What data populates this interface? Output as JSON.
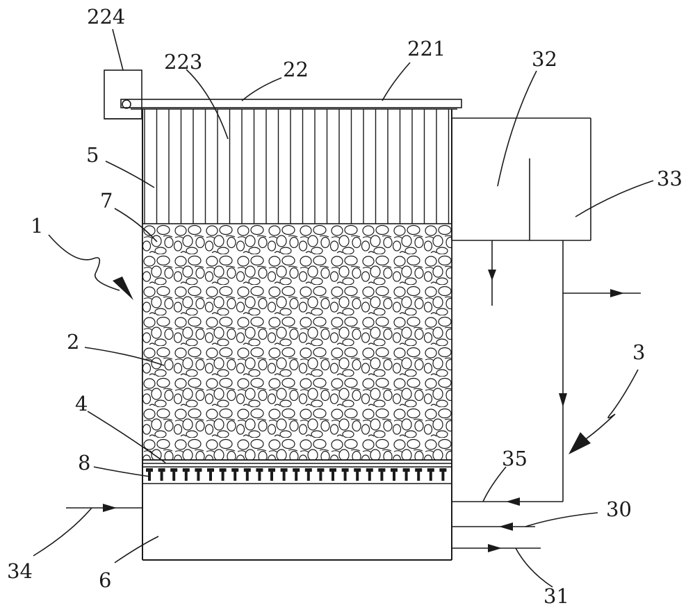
{
  "labels": {
    "l224": "224",
    "l223": "223",
    "l22": "22",
    "l221": "221",
    "l32": "32",
    "l33": "33",
    "l5": "5",
    "l7": "7",
    "l1": "1",
    "l2": "2",
    "l4": "4",
    "l8": "8",
    "l3": "3",
    "l35": "35",
    "l30": "30",
    "l34": "34",
    "l6": "6",
    "l31": "31"
  }
}
